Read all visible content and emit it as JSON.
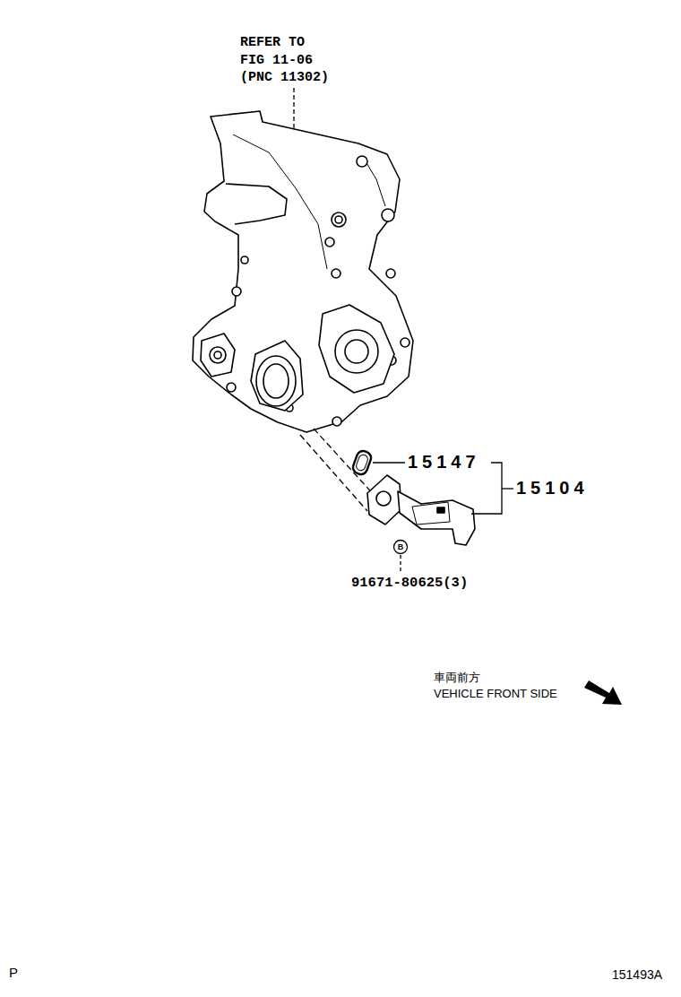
{
  "diagram": {
    "labels": [
      "REFER TO FIG 11-06 (PNC 11302)",
      "15147",
      "15104",
      "B",
      "91671-80625(3)",
      "車両前方",
      "VEHICLE FRONT SIDE",
      "P",
      "151493A"
    ]
  }
}
